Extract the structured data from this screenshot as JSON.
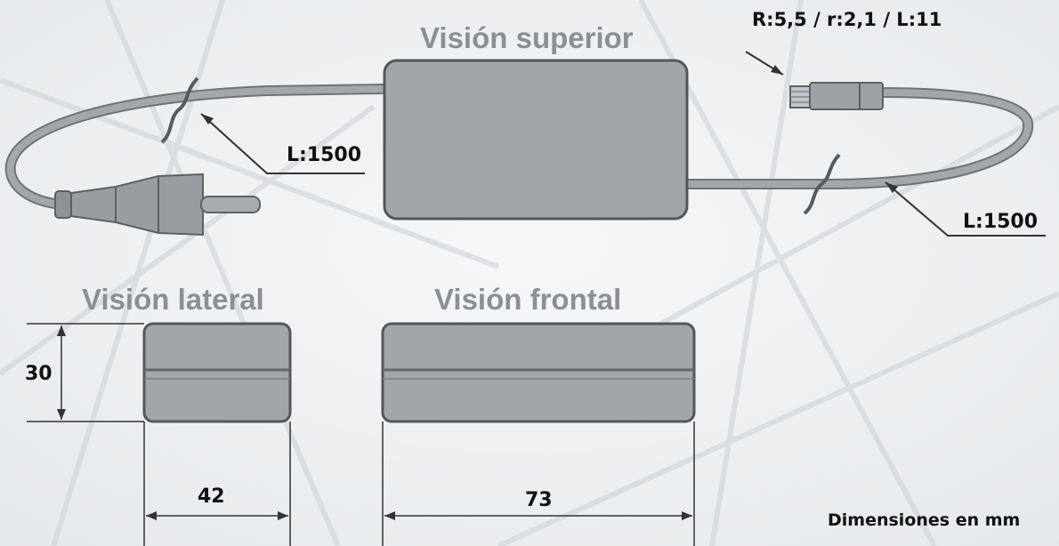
{
  "views": {
    "top": "Visión superior",
    "side": "Visión lateral",
    "front": "Visión frontal"
  },
  "callouts": {
    "connector": "R:5,5 / r:2,1 / L:11",
    "cable_left_length": "L:1500",
    "cable_right_length": "L:1500"
  },
  "dimensions": {
    "height": "30",
    "side_width": "42",
    "front_width": "73"
  },
  "units_note": "Dimensiones en mm",
  "colors": {
    "body": "#a2a5aa",
    "cable": "#9a9ea3",
    "background": "#eef0f2"
  }
}
